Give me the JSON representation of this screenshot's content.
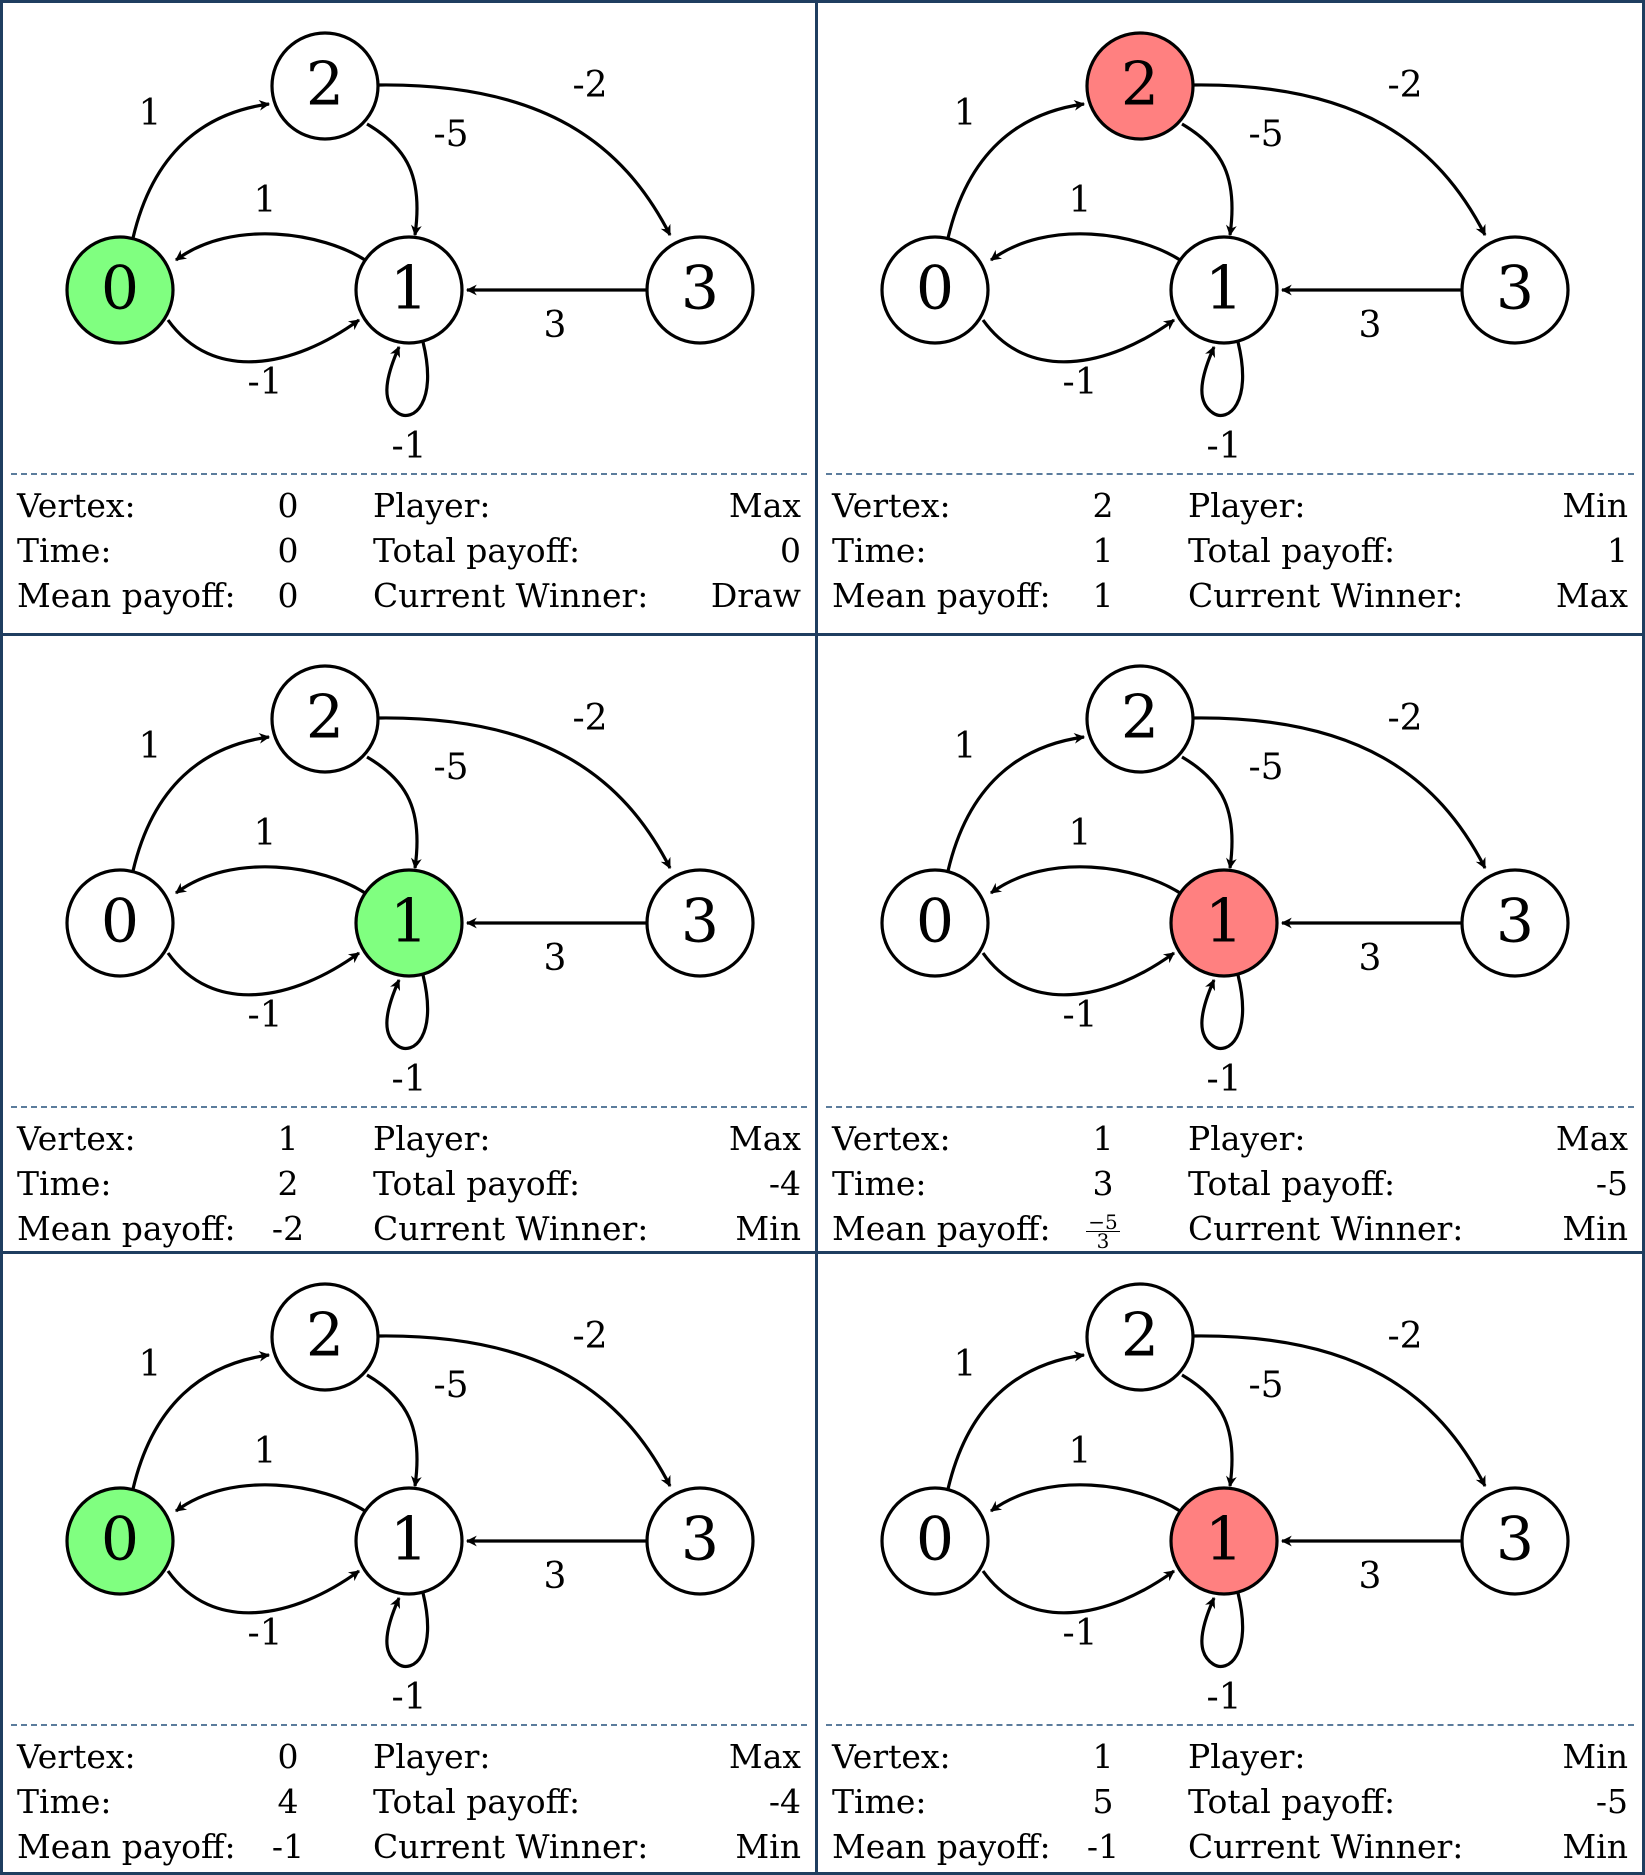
{
  "labels": {
    "vertex": "Vertex:",
    "time": "Time:",
    "mean_payoff": "Mean payoff:",
    "player": "Player:",
    "total_payoff": "Total payoff:",
    "current_winner": "Current Winner:"
  },
  "graph": {
    "nodes": [
      "0",
      "1",
      "2",
      "3"
    ],
    "edges": [
      {
        "from": "0",
        "to": "2",
        "weight": "1"
      },
      {
        "from": "1",
        "to": "0",
        "weight": "1"
      },
      {
        "from": "0",
        "to": "1",
        "weight": "-1"
      },
      {
        "from": "2",
        "to": "1",
        "weight": "-5"
      },
      {
        "from": "2",
        "to": "3",
        "weight": "-2"
      },
      {
        "from": "3",
        "to": "1",
        "weight": "3"
      },
      {
        "from": "1",
        "to": "1",
        "weight": "-1"
      }
    ]
  },
  "colors": {
    "max_highlight": "#80ff80",
    "min_highlight": "#ff8080",
    "border": "#1f3e60",
    "separator": "#5b7c9c"
  },
  "panels": [
    {
      "highlight": "0",
      "highlight_color": "max",
      "vertex": "0",
      "time": "0",
      "mean_payoff": "0",
      "player": "Max",
      "total_payoff": "0",
      "current_winner": "Draw"
    },
    {
      "highlight": "2",
      "highlight_color": "min",
      "vertex": "2",
      "time": "1",
      "mean_payoff": "1",
      "player": "Min",
      "total_payoff": "1",
      "current_winner": "Max"
    },
    {
      "highlight": "1",
      "highlight_color": "max",
      "vertex": "1",
      "time": "2",
      "mean_payoff": "-2",
      "player": "Max",
      "total_payoff": "-4",
      "current_winner": "Min"
    },
    {
      "highlight": "1",
      "highlight_color": "min",
      "vertex": "1",
      "time": "3",
      "mean_payoff_num": "−5",
      "mean_payoff_den": "3",
      "player": "Max",
      "total_payoff": "-5",
      "current_winner": "Min"
    },
    {
      "highlight": "0",
      "highlight_color": "max",
      "vertex": "0",
      "time": "4",
      "mean_payoff": "-1",
      "player": "Max",
      "total_payoff": "-4",
      "current_winner": "Min"
    },
    {
      "highlight": "1",
      "highlight_color": "min",
      "vertex": "1",
      "time": "5",
      "mean_payoff": "-1",
      "player": "Min",
      "total_payoff": "-5",
      "current_winner": "Min"
    }
  ]
}
